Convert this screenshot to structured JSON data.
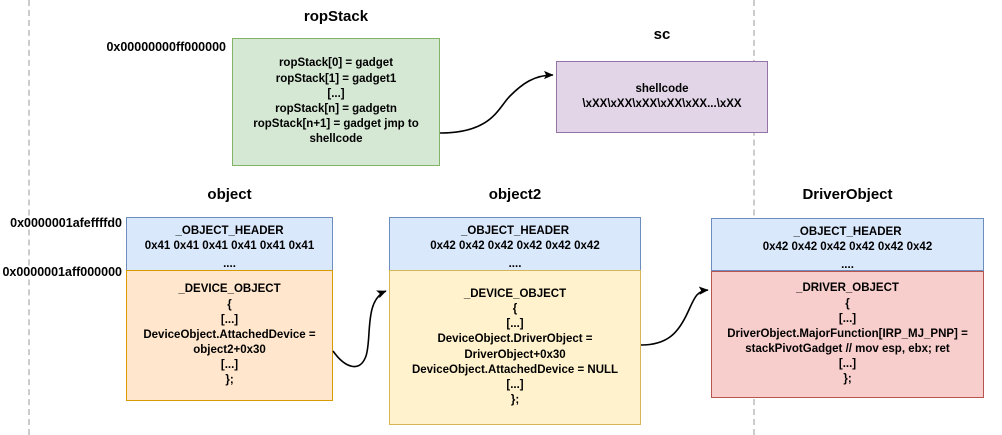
{
  "diagram": {
    "title_row": {
      "ropstack": "ropStack",
      "sc": "sc",
      "object": "object",
      "object2": "object2",
      "driverobject": "DriverObject"
    },
    "addresses": {
      "ropstack_base": "0x00000000ff000000",
      "object_header_base": "0x0000001afeffffd0",
      "object_device_base": "0x0000001aff000000"
    },
    "ropstack_box": {
      "lines": [
        "ropStack[0] = gadget",
        "ropStack[1] = gadget1",
        "[...]",
        "ropStack[n] = gadgetn",
        "ropStack[n+1] = gadget jmp to",
        "shellcode"
      ]
    },
    "sc_box": {
      "lines": [
        "shellcode",
        "\\xXX\\xXX\\xXX\\xXX\\xXX...\\xXX"
      ]
    },
    "object_header": {
      "lines": [
        "_OBJECT_HEADER",
        "0x41 0x41 0x41 0x41 0x41 0x41",
        "...."
      ]
    },
    "object_body": {
      "lines": [
        "_DEVICE_OBJECT",
        "{",
        "[...]",
        "DeviceObject.AttachedDevice =",
        "object2+0x30",
        "[...]",
        "};"
      ]
    },
    "object2_header": {
      "lines": [
        "_OBJECT_HEADER",
        "0x42 0x42 0x42 0x42 0x42 0x42",
        "...."
      ]
    },
    "object2_body": {
      "lines": [
        "_DEVICE_OBJECT",
        "{",
        "[...]",
        "DeviceObject.DriverObject =",
        "DriverObject+0x30",
        "DeviceObject.AttachedDevice = NULL",
        "[...]",
        "};"
      ]
    },
    "driverobject_header": {
      "lines": [
        "_OBJECT_HEADER",
        "0x42 0x42 0x42 0x42 0x42 0x42",
        "...."
      ]
    },
    "driverobject_body": {
      "lines": [
        "_DRIVER_OBJECT",
        "{",
        "[...]",
        "DriverObject.MajorFunction[IRP_MJ_PNP] =",
        "stackPivotGadget // mov esp, ebx; ret",
        "[...]",
        "};"
      ]
    },
    "colors": {
      "green_fill": "#d5e8d4",
      "green_stroke": "#82b366",
      "purple_fill": "#e1d5e7",
      "purple_stroke": "#9673a6",
      "blue_fill": "#dae8fc",
      "blue_stroke": "#6c8ebf",
      "yellow_fill": "#ffe6cc",
      "yellow_stroke": "#d79b00",
      "yellow2_fill": "#fff2cc",
      "yellow2_stroke": "#d6b656",
      "red_fill": "#f8cecc",
      "red_stroke": "#b85450",
      "guide_stroke": "#cccccc",
      "arrow_stroke": "#000000"
    }
  }
}
